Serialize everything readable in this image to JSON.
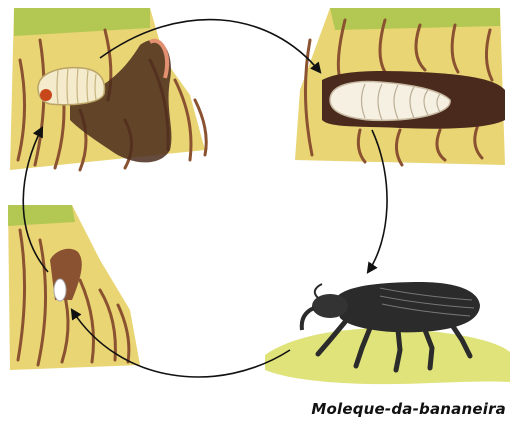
{
  "caption": "Moleque-da-bananeira",
  "stages": [
    {
      "id": "larva",
      "icon": "larva-icon"
    },
    {
      "id": "pupa",
      "icon": "pupa-icon"
    },
    {
      "id": "adult",
      "icon": "weevil-icon"
    },
    {
      "id": "egg",
      "icon": "egg-icon"
    }
  ],
  "cycle_direction": "clockwise",
  "colors": {
    "soil": "#e6d06a",
    "grass": "#a6c84a",
    "banana_fiber": "#8a5230",
    "tunnel": "#4a2a1c",
    "larva": "#f3ebcc",
    "larva_head": "#c7471b",
    "weevil": "#2b2b2b",
    "arrow": "#111111"
  }
}
